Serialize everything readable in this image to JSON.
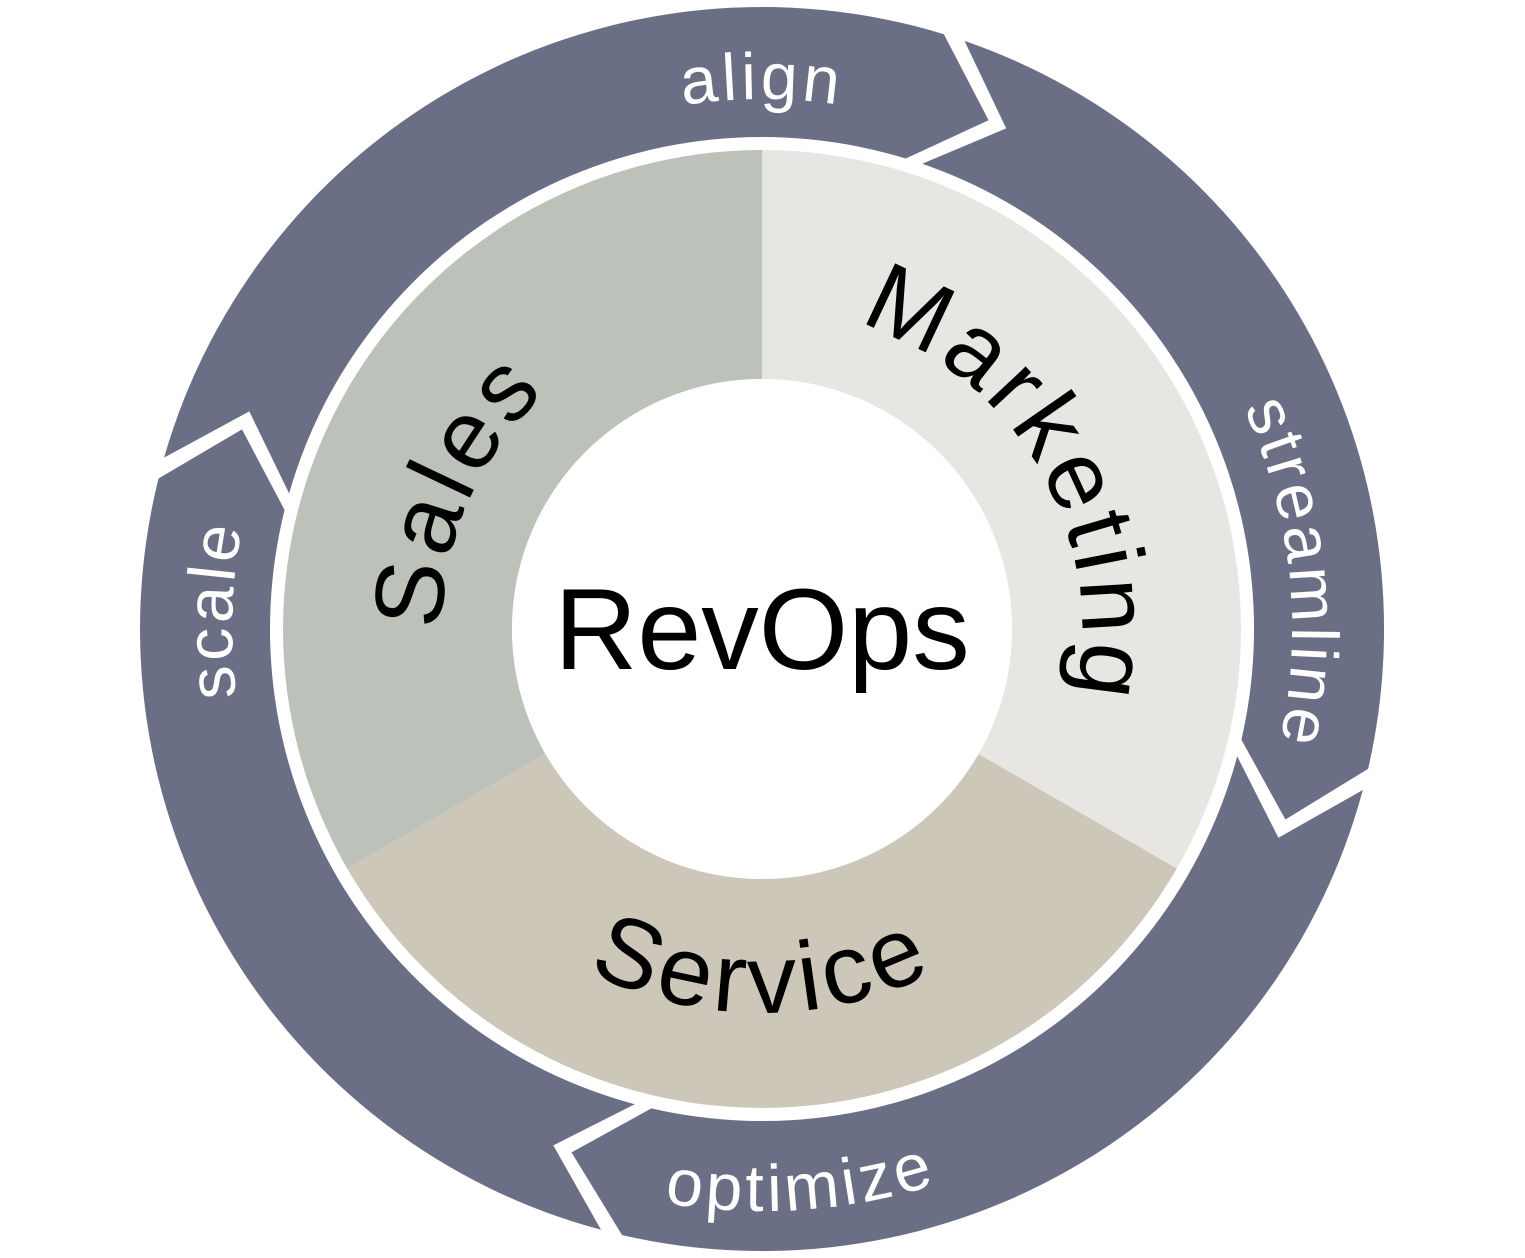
{
  "diagram": {
    "center_label": "RevOps",
    "background_color": "#ffffff",
    "center_circle_color": "#ffffff",
    "inner_text_color": "#000000",
    "outer_text_color": "#ffffff",
    "outer_ring": {
      "color": "#6a6f85",
      "flow_direction": "clockwise",
      "segments": [
        {
          "label": "align",
          "tip_angle": 24,
          "label_angle": 0,
          "label_dir": "cw",
          "label_radius": 530
        },
        {
          "label": "streamline",
          "tip_angle": 110,
          "label_angle": 84,
          "label_dir": "cw",
          "label_radius": 530
        },
        {
          "label": "optimize",
          "tip_angle": 200,
          "label_angle": 176,
          "label_dir": "ccw",
          "label_radius": 582
        },
        {
          "label": "scale",
          "tip_angle": 291,
          "label_angle": 272,
          "label_dir": "cw",
          "label_radius": 530
        }
      ]
    },
    "donut": {
      "segments": [
        {
          "label": "Marketing",
          "start_angle": 0,
          "end_angle": 120,
          "color": "#e8e6e2",
          "label_angle": 60,
          "label_dir": "cw",
          "label_radius": 320
        },
        {
          "label": "Service",
          "start_angle": 120,
          "end_angle": 240,
          "color": "#cdc7b9",
          "label_angle": 180,
          "label_dir": "ccw",
          "label_radius": 384
        },
        {
          "label": "Sales",
          "start_angle": 240,
          "end_angle": 360,
          "color": "#bcc2ba",
          "label_angle": 294,
          "label_dir": "cw",
          "label_radius": 320
        }
      ]
    }
  }
}
